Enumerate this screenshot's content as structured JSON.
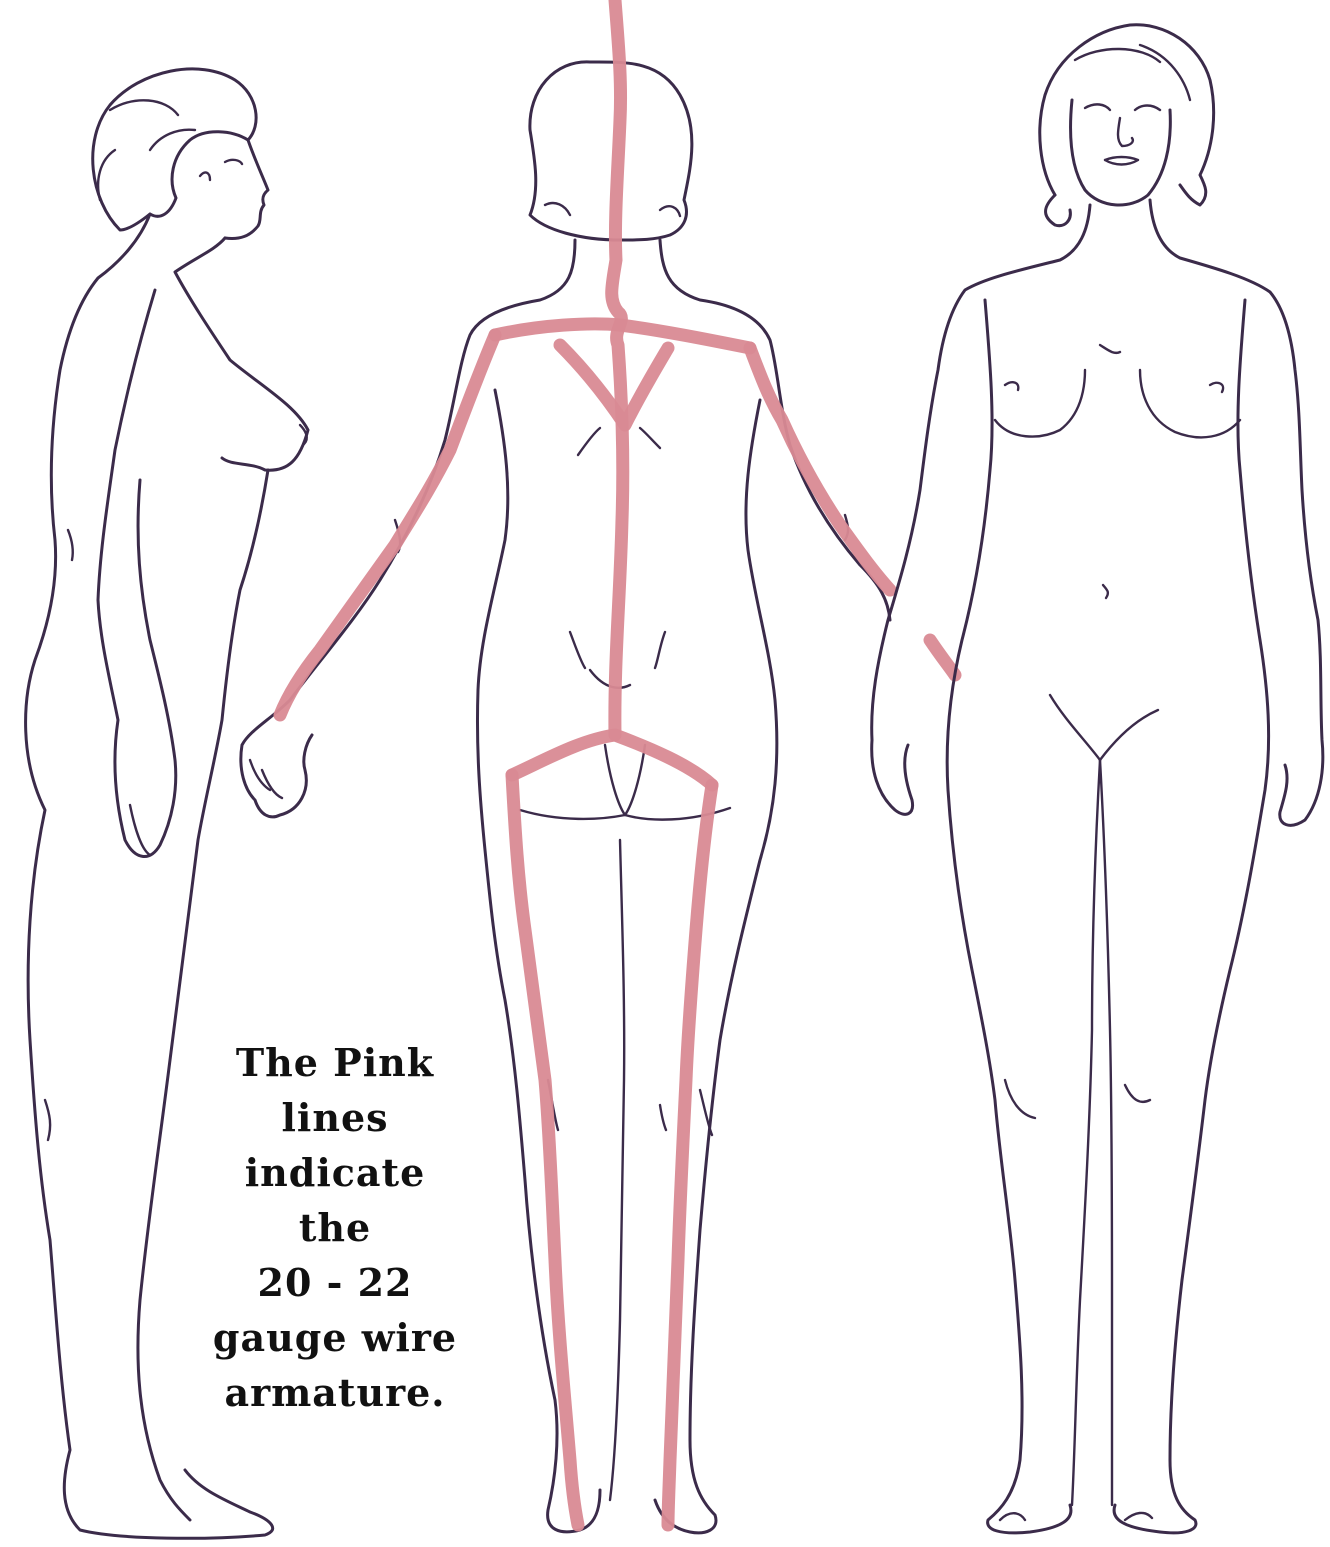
{
  "caption": {
    "lines": [
      "The Pink",
      "lines",
      "indicate",
      "the",
      "20 - 22",
      "gauge wire",
      "armature."
    ]
  },
  "colors": {
    "outline": "#3b2b4a",
    "armature_wire": "#d98a94",
    "background": "#ffffff",
    "caption_text": "#111111"
  }
}
